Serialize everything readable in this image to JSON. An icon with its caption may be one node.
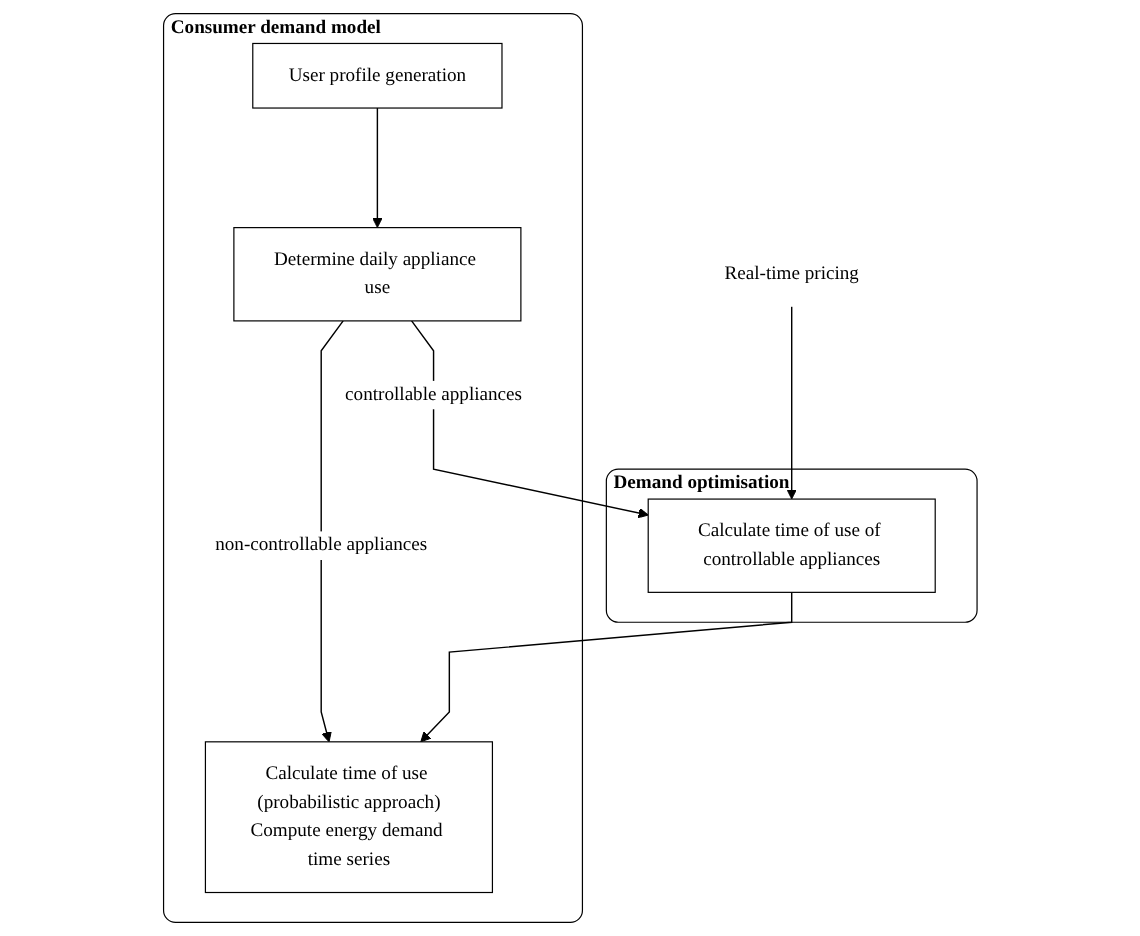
{
  "diagram": {
    "nodes": [
      {
        "text": [
          "Consumer demand model"
        ]
      },
      {
        "text": [
          "User profile generation"
        ],
        "in": 0
      },
      {
        "text": [
          "Determine daily appliance use"
        ],
        "in": 0
      },
      {
        "text": [
          "Calculate time of use (probabilistic approach)",
          "Compute energy demand time series"
        ],
        "in": 0
      },
      {
        "text": [
          "Real-time pricing"
        ]
      },
      {
        "text": [
          "Demand optimisation"
        ]
      },
      {
        "text": [
          "Calculate time of use of controllable appliances"
        ],
        "in": 5
      }
    ],
    "edges": [
      {
        "from": 1,
        "to": 2,
        "arrow": "to"
      },
      {
        "from": 2,
        "to": 3,
        "arrow": "to",
        "label": "non-controllable appliances"
      },
      {
        "from": 2,
        "to": 6,
        "arrow": "to",
        "label": "controllable appliances"
      },
      {
        "from": 4,
        "to": 6,
        "arrow": "to"
      },
      {
        "from": 6,
        "to": 3,
        "arrow": "to"
      }
    ]
  }
}
